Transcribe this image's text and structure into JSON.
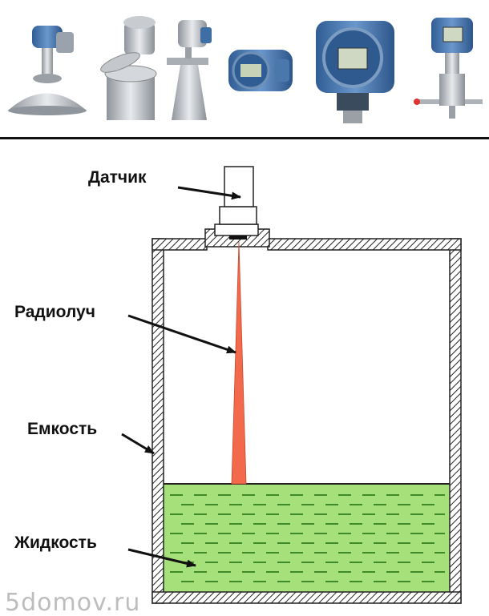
{
  "colors": {
    "transmitter_blue": "#3f6ea5",
    "metal": "#b8bcc2",
    "liquid": "#a6e07a",
    "liquid_dash": "#3c8a2a",
    "beam": "#f26a4b",
    "outline": "#222222"
  },
  "products": [
    {
      "name": "cone-antenna-flange-sensor-icon"
    },
    {
      "name": "open-lid-tank-sensor-icon"
    },
    {
      "name": "horn-antenna-sensor-icon"
    },
    {
      "name": "round-transmitter-head-icon"
    },
    {
      "name": "display-transmitter-icon"
    },
    {
      "name": "pressure-transmitter-manifold-icon"
    }
  ],
  "labels": {
    "sensor": "Датчик",
    "beam": "Радиолуч",
    "tank": "Емкость",
    "liquid": "Жидкость"
  },
  "watermark": "5domov.ru"
}
